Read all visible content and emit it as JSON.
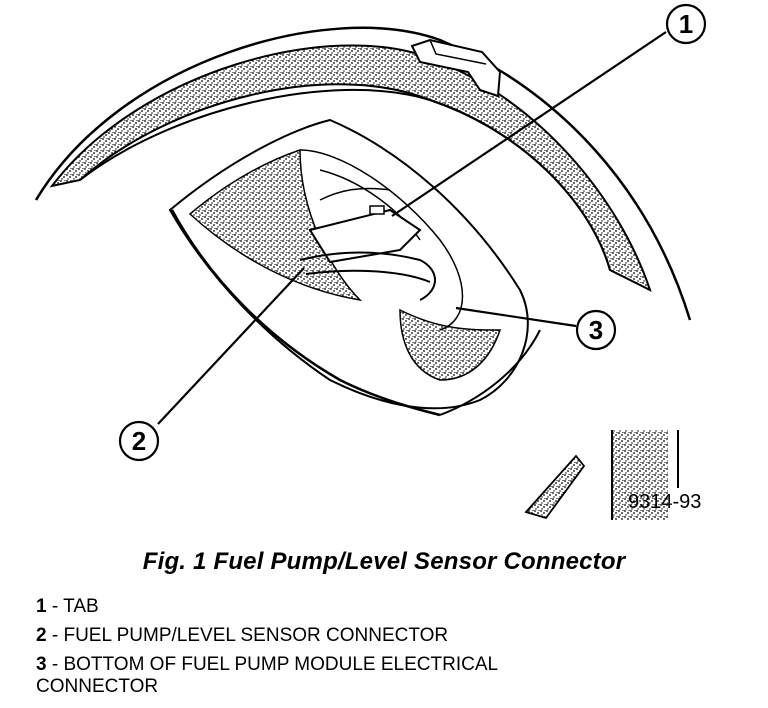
{
  "figure": {
    "callouts": [
      "1",
      "2",
      "3"
    ],
    "code": "9314-93"
  },
  "caption": "Fig. 1 Fuel Pump/Level Sensor Connector",
  "legend": [
    {
      "num": "1",
      "sep": " - ",
      "text": "TAB"
    },
    {
      "num": "2",
      "sep": " - ",
      "text": "FUEL PUMP/LEVEL SENSOR CONNECTOR"
    },
    {
      "num": "3",
      "sep": " - ",
      "text": "BOTTOM OF FUEL PUMP MODULE ELECTRICAL CONNECTOR"
    }
  ]
}
